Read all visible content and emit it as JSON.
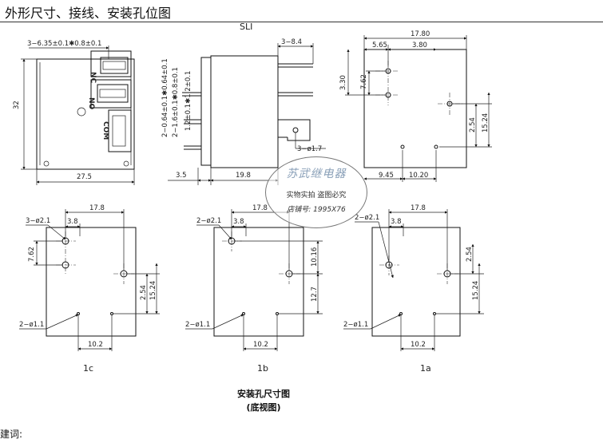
{
  "page": {
    "title": "外形尺寸、接线、安装孔位图",
    "model": "SLI",
    "keyword_label": "建词:",
    "caption_main": "安装孔尺寸图",
    "caption_sub": "(底视图)"
  },
  "front_view": {
    "dims": {
      "terminals": "3−6.35±0.1✱0.8±0.1",
      "height": "32",
      "width": "27.5"
    },
    "labels": {
      "nc": "NC",
      "no": "NO",
      "com": "COM"
    }
  },
  "side_view": {
    "dims": {
      "pin_a": "2−0.64±0.1✱0.64±0.1",
      "pin_b": "2−1.6±0.1✱0.8±0.1",
      "pin_c": "1.2±0.1✱1.2±0.1",
      "top": "3−8.4",
      "hole": "3−ø1.7",
      "left": "3.5",
      "body": "19.8"
    }
  },
  "bottom_view": {
    "dims": {
      "overall": "17.80",
      "d565": "5.65",
      "d380": "3.80",
      "d330": "3.30",
      "d762": "7.62",
      "d254": "2.54",
      "d1524": "15.24",
      "d945": "9.45",
      "d1020": "10.20"
    }
  },
  "watermark": {
    "name": "苏武继电器",
    "line1": "实物实拍  盗图必究",
    "line2": "店铺号: 1995X76"
  },
  "mount_1c": {
    "label": "1c",
    "dims": {
      "width": "17.8",
      "top_hole": "3−ø2.1",
      "d38": "3.8",
      "d762": "7.62",
      "d254": "2.54",
      "d1524": "15.24",
      "small_hole": "2−ø1.1",
      "d102": "10.2"
    }
  },
  "mount_1b": {
    "label": "1b",
    "dims": {
      "width": "17.8",
      "top_hole": "2−ø2.1",
      "d38": "3.8",
      "d1016": "10.16",
      "d127": "12.7",
      "small_hole": "2−ø1.1",
      "d102": "10.2"
    }
  },
  "mount_1a": {
    "label": "1a",
    "dims": {
      "width": "17.8",
      "top_hole": "2−ø2.1",
      "d38": "3.8",
      "d254": "2.54",
      "d1524": "15.24",
      "small_hole": "2−ø1.1",
      "d102": "10.2"
    }
  }
}
